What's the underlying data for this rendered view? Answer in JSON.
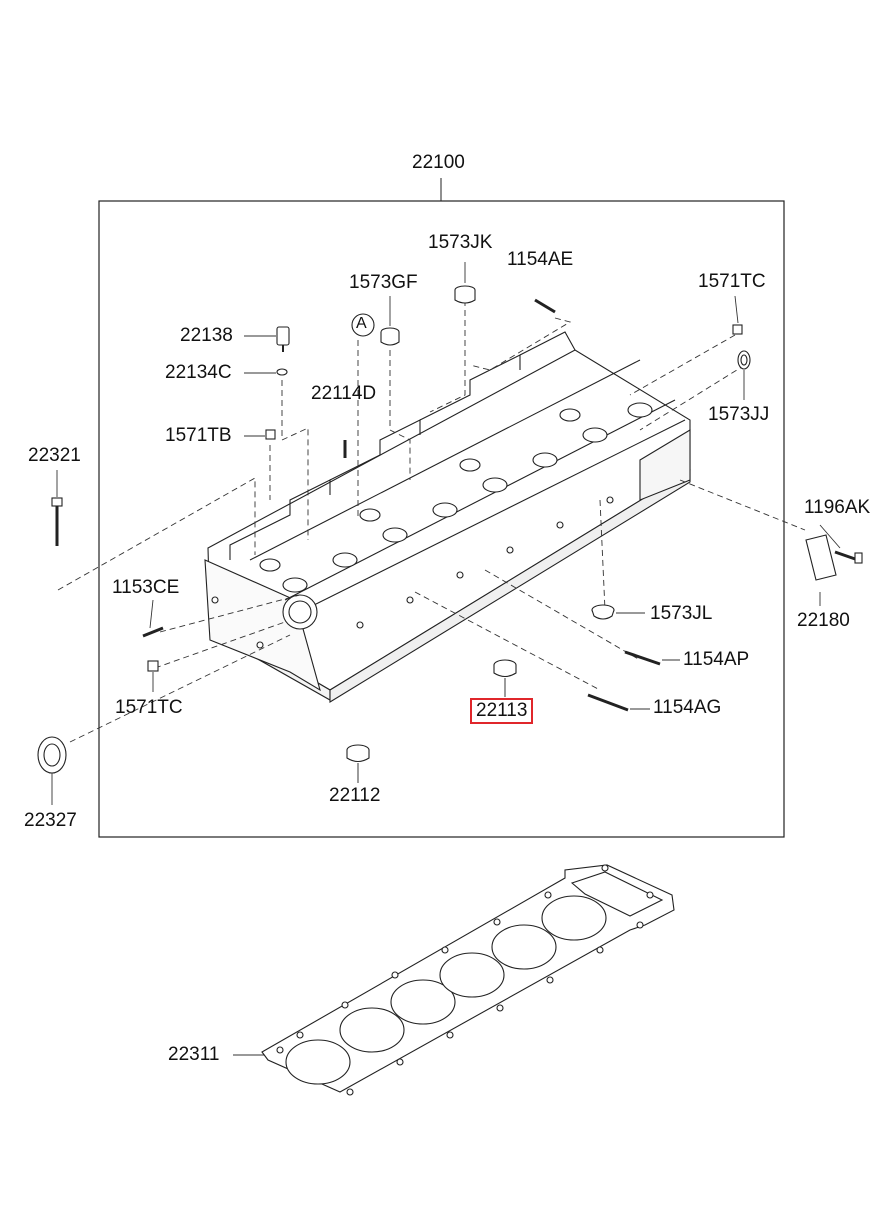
{
  "diagram": {
    "assembly_number": "22100",
    "highlighted_part": "22113",
    "highlight_color": "#e0262b",
    "callout_letter": "A",
    "labels": {
      "l22100": "22100",
      "l1573JK": "1573JK",
      "l1154AE": "1154AE",
      "l1573GF": "1573GF",
      "l1571TC_top": "1571TC",
      "l22138": "22138",
      "l22134C": "22134C",
      "l22114D": "22114D",
      "l1573JJ": "1573JJ",
      "l1571TB": "1571TB",
      "l22321": "22321",
      "l1196AK": "1196AK",
      "l22180": "22180",
      "l1153CE": "1153CE",
      "l1573JL": "1573JL",
      "l1154AP": "1154AP",
      "l1571TC_bottom": "1571TC",
      "l22113": "22113",
      "l1154AG": "1154AG",
      "l22112": "22112",
      "l22327": "22327",
      "l22311": "22311"
    }
  }
}
